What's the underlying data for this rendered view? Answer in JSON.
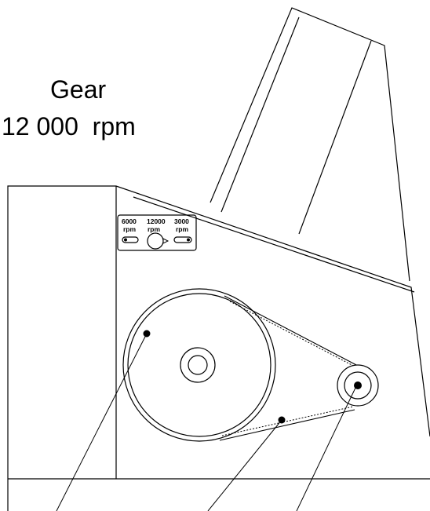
{
  "title": {
    "line1": "Gear",
    "line2": "12 000  rpm"
  },
  "speed_selector": {
    "positions": [
      {
        "value": "6000",
        "unit": "rpm"
      },
      {
        "value": "12000",
        "unit": "rpm"
      },
      {
        "value": "3000",
        "unit": "rpm"
      }
    ]
  },
  "colors": {
    "line": "#000000",
    "background": "#ffffff"
  }
}
